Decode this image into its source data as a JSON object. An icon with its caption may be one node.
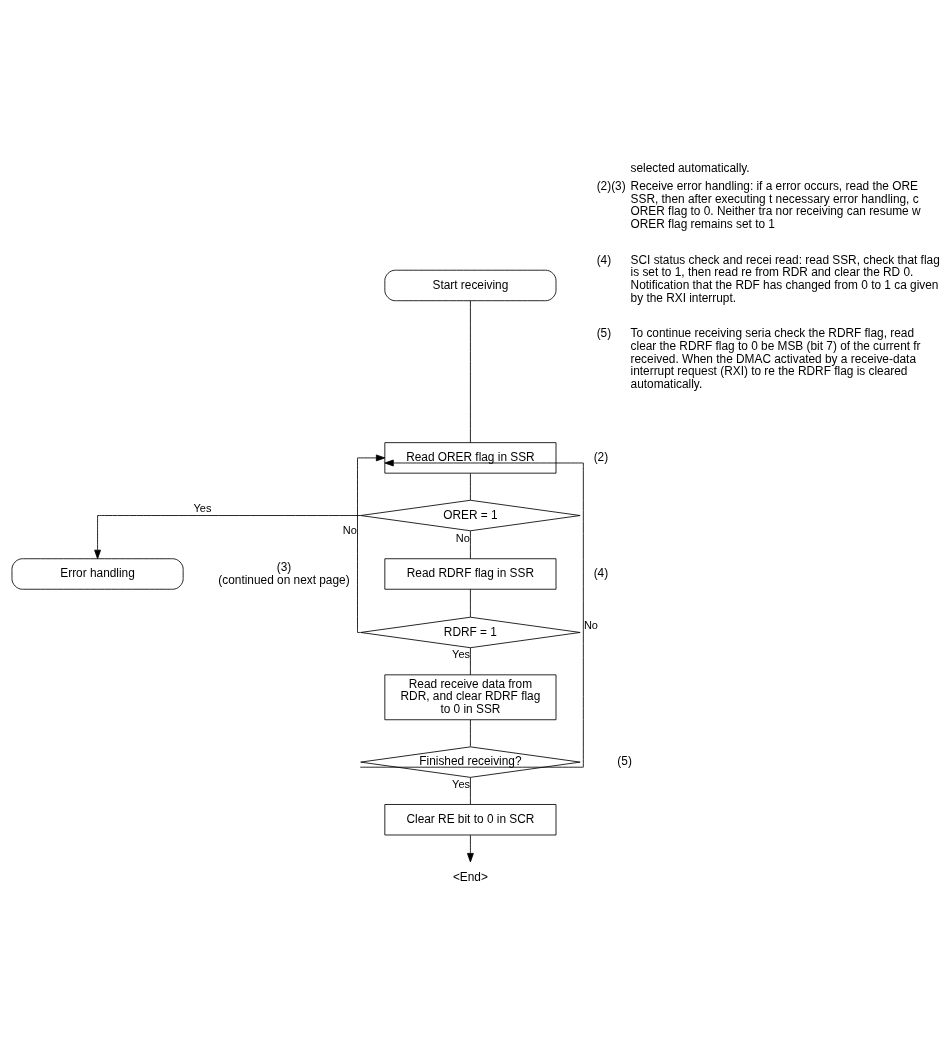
{
  "diagram": {
    "nodes": [
      {
        "text": [
          "Start receiving"
        ]
      },
      {
        "text": [
          "Read ORER flag in SSR"
        ],
        "beside": [
          "(2)"
        ]
      },
      {
        "text": [
          "ORER = 1"
        ]
      },
      {
        "text": [
          "Error handling"
        ],
        "beside": [
          "(3)",
          "(continued on next page)"
        ]
      },
      {
        "text": [
          "Read RDRF flag in SSR"
        ],
        "beside": [
          "(4)"
        ]
      },
      {
        "text": [
          "RDRF = 1"
        ]
      },
      {
        "text": [
          "Read receive data from RDR, and clear RDRF flag to 0 in SSR"
        ]
      },
      {
        "text": [
          "Finished receiving?"
        ],
        "beside": [
          "(5)"
        ]
      },
      {
        "text": [
          "Clear RE bit to 0 in SCR"
        ]
      },
      {
        "text": [
          "<End>"
        ]
      }
    ],
    "edges": [
      {
        "from": 0,
        "to": 1,
        "arrow": "none"
      },
      {
        "from": 1,
        "to": 2,
        "arrow": "none"
      },
      {
        "from": 2,
        "to": 3,
        "arrow": "to",
        "label": "Yes"
      },
      {
        "from": 2,
        "to": 4,
        "arrow": "none",
        "label": "No"
      },
      {
        "from": 4,
        "to": 5,
        "arrow": "none"
      },
      {
        "from": 5,
        "to": 1,
        "arrow": "to",
        "label": "No"
      },
      {
        "from": 5,
        "to": 6,
        "arrow": "none",
        "label": "Yes"
      },
      {
        "from": 6,
        "to": 7,
        "arrow": "none"
      },
      {
        "from": 7,
        "to": 1,
        "arrow": "to",
        "label": "No"
      },
      {
        "from": 7,
        "to": 8,
        "arrow": "none",
        "label": "Yes"
      },
      {
        "from": 8,
        "to": 9,
        "arrow": "to"
      }
    ],
    "labels": [
      "selected automatically.",
      "(2)(3)",
      "Receive error handling: if a error occurs, read the ORE SSR, then after executing t necessary error handling, c ORER flag to 0. Neither tra nor receiving can resume w ORER flag remains set to 1",
      "(4)",
      "SCI status check and recei read: read SSR, check that flag is set to 1, then read re from RDR and clear the RD 0. Notification that the RDF has changed from 0 to 1 ca given by the RXI interrupt.",
      "(5)",
      "To continue receiving seria check the RDRF flag, read clear the RDRF flag to 0 be MSB (bit 7) of the current fr received. When the DMAC activated by a receive-data interrupt request (RXI) to re the RDRF flag is cleared automatically."
    ]
  }
}
